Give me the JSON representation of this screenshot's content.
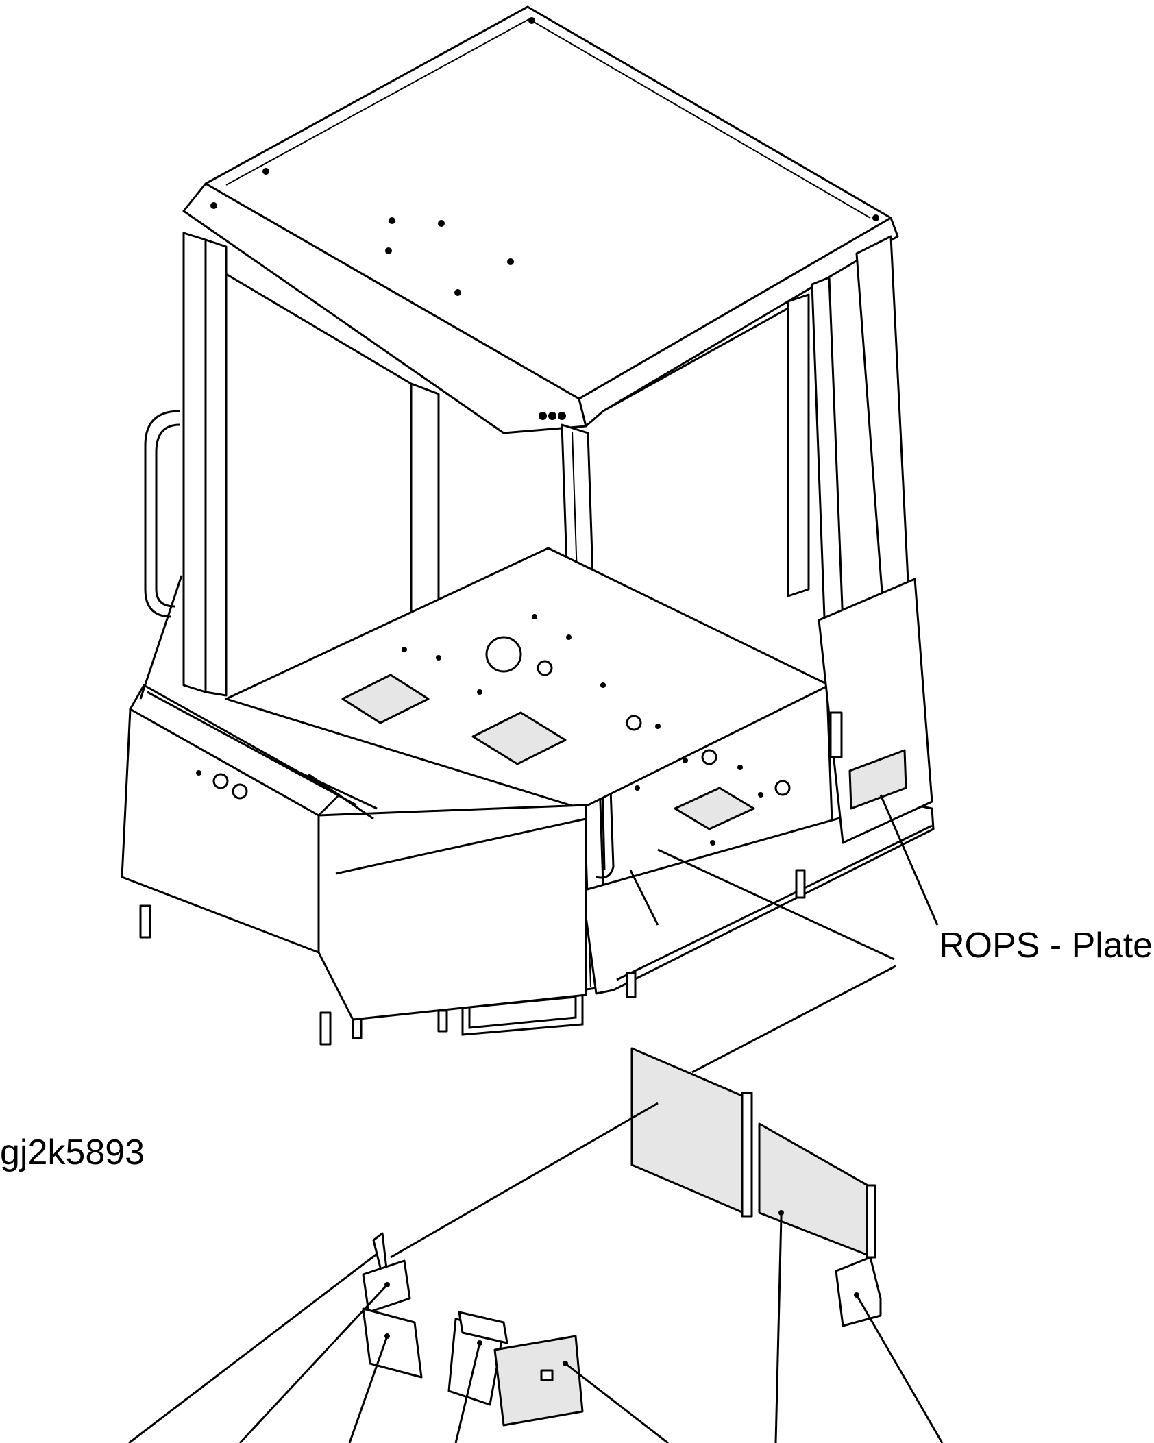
{
  "labels": {
    "rops_plate": "ROPS - Plate",
    "drawing_id": "gj2k5893"
  },
  "colors": {
    "line": "#000000",
    "background": "#ffffff",
    "panel_fill": "#e6e6e6"
  },
  "parts": [
    "cab-frame",
    "roof",
    "floor-plate",
    "front-console",
    "rops-plate",
    "rear-panel-left",
    "rear-panel-right",
    "side-panel-small",
    "corner-panel-1",
    "corner-panel-2",
    "corner-panel-3",
    "corner-panel-4",
    "corner-panel-5"
  ]
}
